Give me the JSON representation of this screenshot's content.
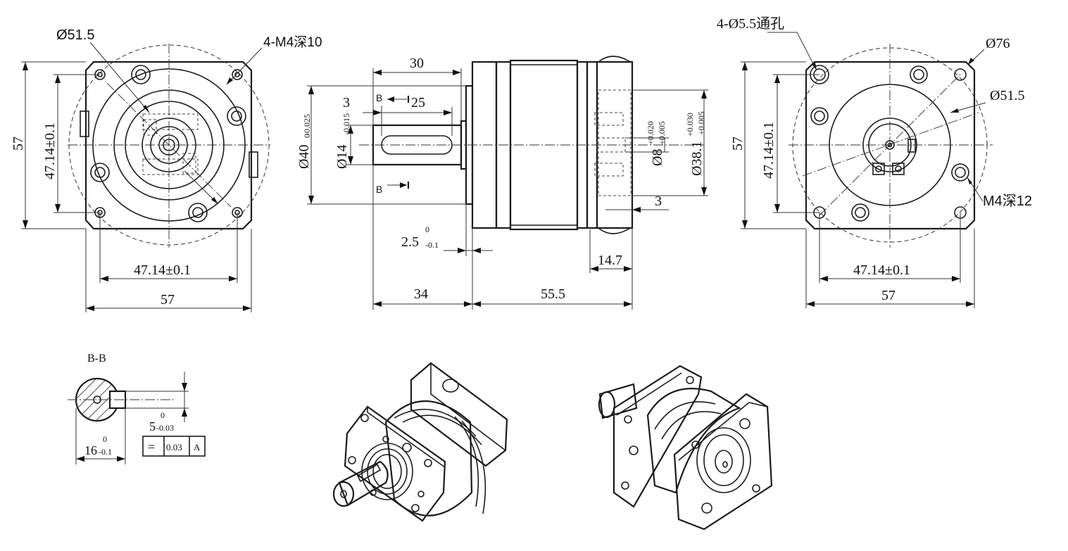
{
  "front_view": {
    "callout_bore": "Ø51.5",
    "callout_holes": "4-M4深10",
    "dim_height": "57",
    "dim_bolt_v": "47.14±0.1",
    "dim_bolt_h": "47.14±0.1",
    "dim_width": "57"
  },
  "side_view": {
    "dim_shaft_len": "30",
    "dim_key_offset": "3",
    "dim_key_len": "25",
    "section_mark": "B",
    "dia_flange": "Ø40",
    "tol_flange_upper": "0",
    "tol_flange_lower": "-0.025",
    "dia_shaft": "Ø14",
    "tol_shaft_upper": "0",
    "tol_shaft_lower": "-0.015",
    "dia_input": "Ø8",
    "tol_input_upper": "+0.020",
    "tol_input_lower": "+0.005",
    "dia_input_bore": "Ø38.1",
    "tol_bore_upper": "+0.030",
    "tol_bore_lower": "+0.005",
    "dim_depth_3": "3",
    "dim_pilot": "2.5",
    "tol_pilot_upper": "0",
    "tol_pilot_lower": "-0.1",
    "dim_input_len": "14.7",
    "dim_34": "34",
    "dim_555": "55.5"
  },
  "rear_view": {
    "callout_through": "4-Ø5.5通孔",
    "callout_pcd": "Ø76",
    "callout_bore": "Ø51.5",
    "callout_m4": "M4深12",
    "dim_height": "57",
    "dim_bolt_v": "47.14±0.1",
    "dim_bolt_h": "47.14±0.1",
    "dim_width": "57"
  },
  "section_bb": {
    "title": "B-B",
    "dim_key": "5",
    "tol_key_upper": "0",
    "tol_key_lower": "-0.03",
    "dim_height": "16",
    "tol_h_upper": "0",
    "tol_h_lower": "-0.1",
    "tol_frame_value": "0.03",
    "tol_frame_datum": "A",
    "tol_frame_symbol": "="
  }
}
